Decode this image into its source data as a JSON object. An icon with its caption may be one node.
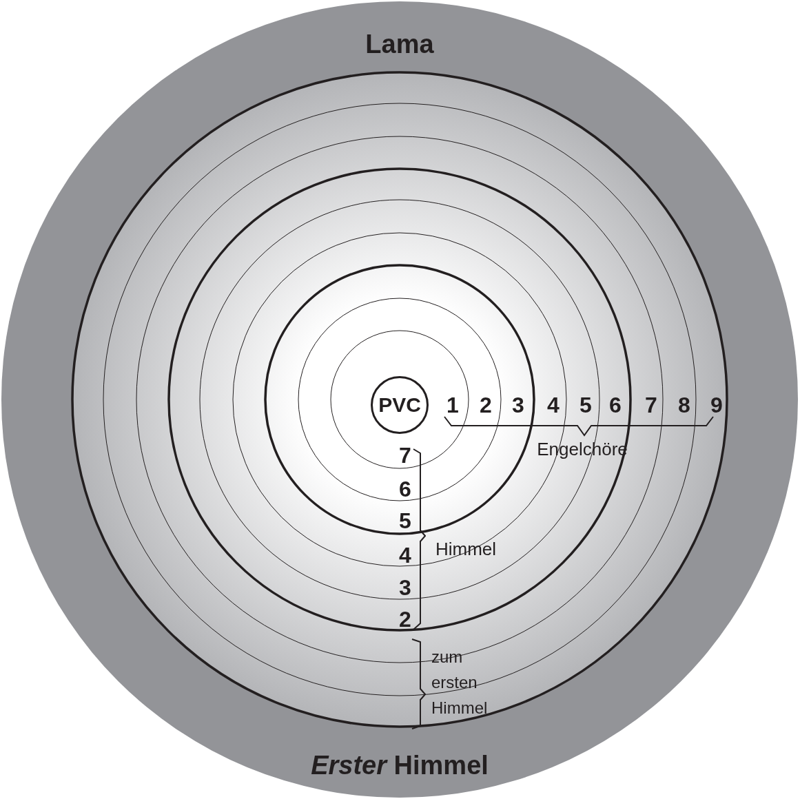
{
  "diagram": {
    "nodes": [
      {
        "text": [
          "Lama",
          "*Erster* Himmel"
        ]
      },
      {
        "text": [
          "PVC"
        ],
        "in": 0
      }
    ],
    "labels": [
      "1",
      "2",
      "3",
      "4",
      "5",
      "6",
      "7",
      "8",
      "9",
      "7",
      "Engelchöre",
      "6",
      "5",
      "4",
      "Himmel",
      "3",
      "2",
      "zum ersten Himmel"
    ]
  }
}
